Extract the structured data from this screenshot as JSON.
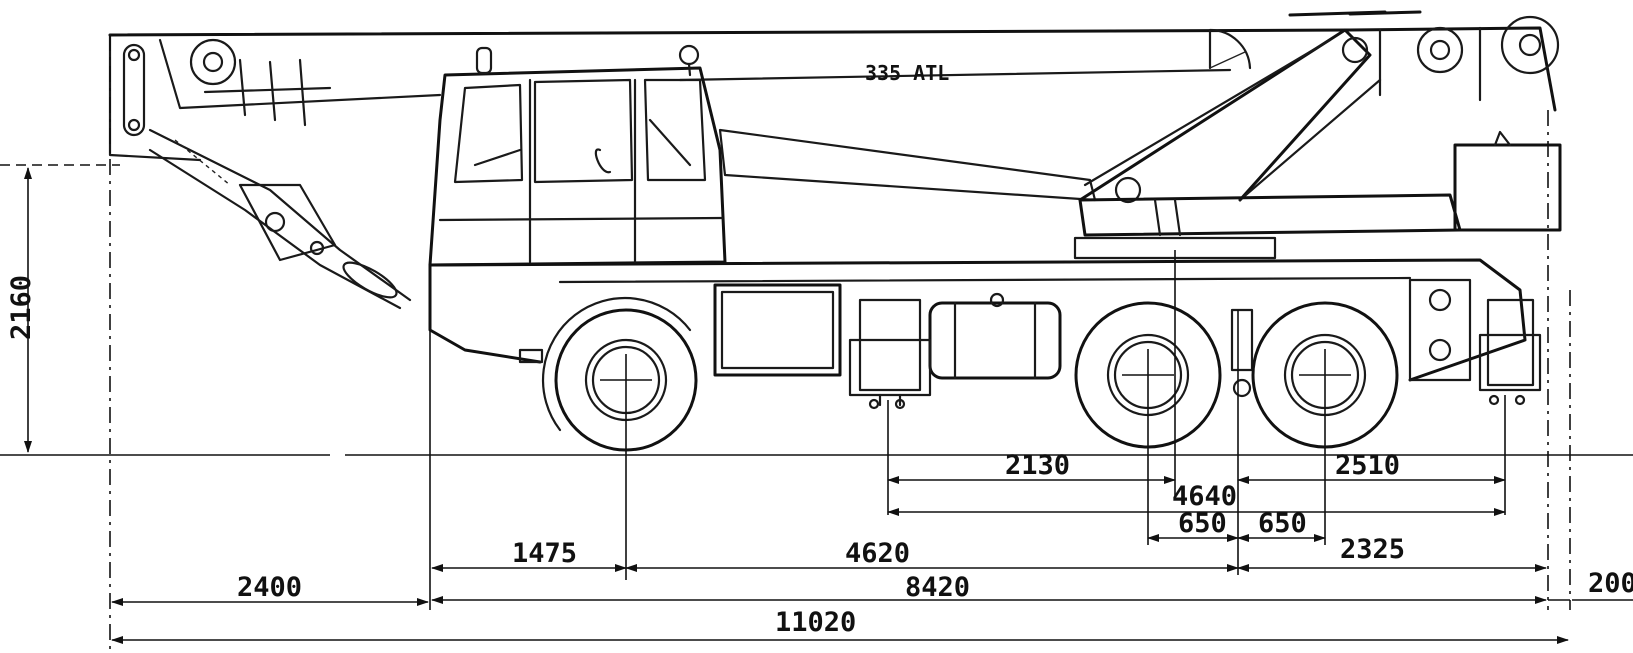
{
  "model_label": "335 ATL",
  "dimensions": {
    "height_2160": "2160",
    "d_2130": "2130",
    "d_2510": "2510",
    "d_4640": "4640",
    "d_650_left": "650",
    "d_650_right": "650",
    "d_1475": "1475",
    "d_4620": "4620",
    "d_2325": "2325",
    "d_2400": "2400",
    "d_8420": "8420",
    "d_200": "200",
    "d_11020": "11020"
  }
}
